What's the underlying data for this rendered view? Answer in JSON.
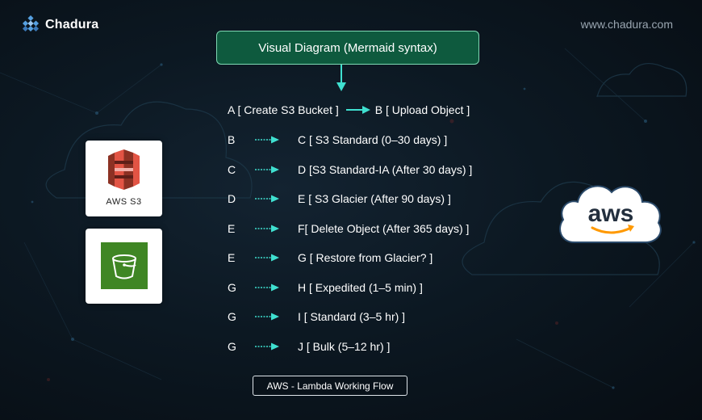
{
  "brand": {
    "name": "Chadura",
    "url": "www.chadura.com"
  },
  "header": {
    "title": "Visual Diagram (Mermaid syntax)"
  },
  "flow": {
    "first": {
      "source": "A [ Create S3 Bucket ]",
      "target": "B [ Upload Object ]"
    },
    "rows": [
      {
        "source": "B",
        "target": "C [ S3 Standard (0–30 days) ]"
      },
      {
        "source": "C",
        "target": "D [S3 Standard-IA (After 30 days) ]"
      },
      {
        "source": "D",
        "target": "E [ S3 Glacier (After 90 days) ]"
      },
      {
        "source": "E",
        "target": "F[ Delete Object (After 365 days) ]"
      },
      {
        "source": "E",
        "target": "G [ Restore from Glacier? ]"
      },
      {
        "source": "G",
        "target": "H [ Expedited (1–5 min) ]"
      },
      {
        "source": "G",
        "target": "I [ Standard (3–5 hr) ]"
      },
      {
        "source": "G",
        "target": "J [ Bulk (5–12 hr) ]"
      }
    ]
  },
  "icons": {
    "s3_label": "AWS  S3",
    "logo_text": "aws"
  },
  "footer": {
    "caption": "AWS - Lambda Working Flow"
  },
  "colors": {
    "arrow": "#3fe0d0",
    "title_fill": "#0e5a3e",
    "title_border": "#7fd9b4",
    "s3_red": "#e25444",
    "bucket_green": "#3f8624",
    "aws_orange": "#f90"
  }
}
